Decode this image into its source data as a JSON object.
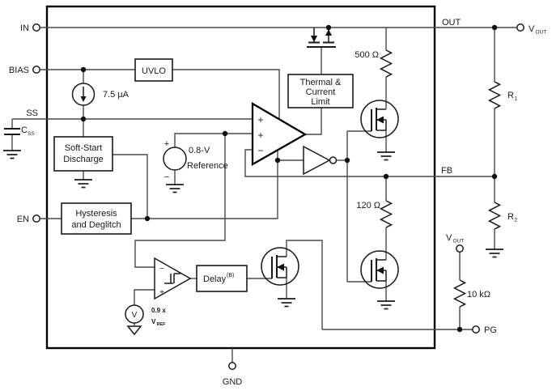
{
  "diagram_type": "ldo-regulator-functional-block-diagram",
  "colors": {
    "background": "#ffffff",
    "wire": "#4a4a4a",
    "outline": "#1a1a1a"
  },
  "pins": {
    "in": "IN",
    "bias": "BIAS",
    "ss": "SS",
    "en": "EN",
    "out": "OUT",
    "fb": "FB",
    "pg": "PG",
    "gnd": "GND"
  },
  "terminals": {
    "vout_top": {
      "v": "V",
      "sub": "OUT"
    },
    "vout_pg": {
      "v": "V",
      "sub": "OUT"
    }
  },
  "blocks": {
    "uvlo": "UVLO",
    "soft_start": [
      "Soft-Start",
      "Discharge"
    ],
    "hysteresis": [
      "Hysteresis",
      "and Deglitch"
    ],
    "thermal": [
      "Thermal &",
      "Current",
      "Limit"
    ],
    "delay": {
      "label": "Delay",
      "sup": "(B)"
    }
  },
  "components": {
    "current_source_label": "7.5 µA",
    "reference": [
      "0.8-V",
      "Reference"
    ],
    "reference_plus": "+",
    "reference_minus": "−",
    "vsource_letter": "V",
    "pg_threshold": {
      "value": "0.9 x",
      "v": "V",
      "sub": "REF"
    },
    "css": {
      "name": "C",
      "sub": "SS"
    },
    "resistors": {
      "r500": "500 Ω",
      "r120": "120 Ω",
      "r10k": "10 kΩ",
      "r1": {
        "name": "R",
        "sub": "1"
      },
      "r2": {
        "name": "R",
        "sub": "2"
      }
    }
  },
  "amplifier": {
    "plus1": "+",
    "plus2": "+",
    "minus": "−"
  },
  "comparator": {
    "minus": "−",
    "plus": "+"
  }
}
